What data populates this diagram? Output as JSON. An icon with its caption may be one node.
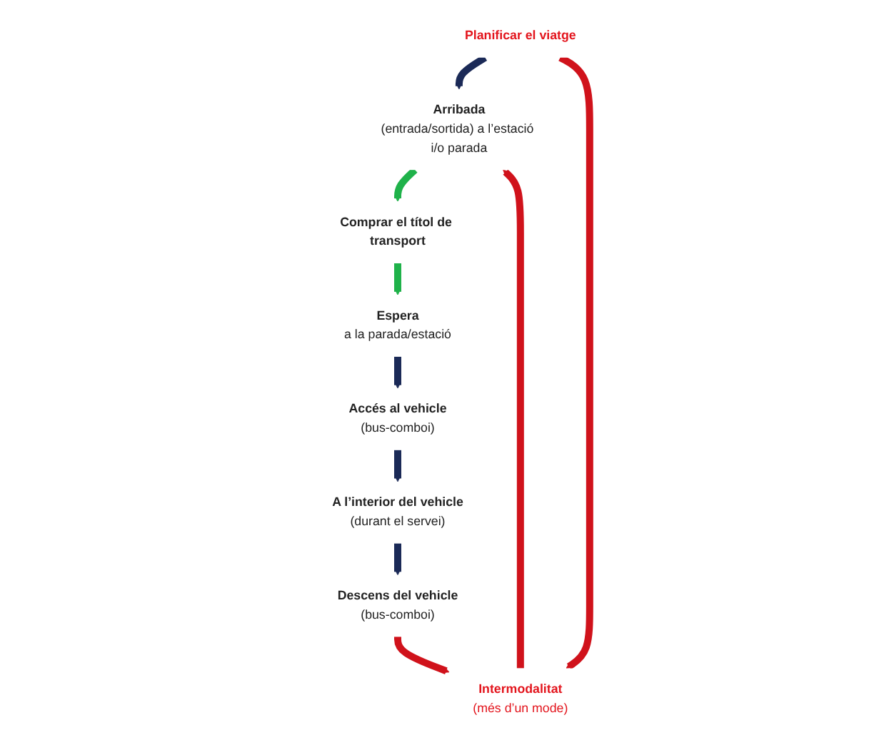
{
  "diagram": {
    "nodes": [
      {
        "text": [
          "Planificar el viatge"
        ]
      },
      {
        "text": [
          "Arribada",
          "(entrada/sortida) a l’estació i/o parada"
        ]
      },
      {
        "text": [
          "Comprar el títol de transport"
        ]
      },
      {
        "text": [
          "Espera",
          "a la parada/estació"
        ]
      },
      {
        "text": [
          "Accés al vehicle",
          "(bus-comboi)"
        ]
      },
      {
        "text": [
          "A l’interior del vehicle",
          "(durant el servei)"
        ]
      },
      {
        "text": [
          "Descens del vehicle",
          "(bus-comboi)"
        ]
      },
      {
        "text": [
          "Intermodalitat",
          "(més d’un mode)"
        ]
      }
    ],
    "edges": [
      {
        "from": 0,
        "to": 1,
        "arrow": "to"
      },
      {
        "from": 1,
        "to": 2,
        "arrow": "to",
        "color": "#1fb24a"
      },
      {
        "from": 2,
        "to": 3,
        "arrow": "to",
        "color": "#1fb24a"
      },
      {
        "from": 3,
        "to": 4,
        "arrow": "to"
      },
      {
        "from": 4,
        "to": 5,
        "arrow": "to"
      },
      {
        "from": 5,
        "to": 6,
        "arrow": "to"
      },
      {
        "from": 6,
        "to": 7,
        "arrow": "to",
        "color": "#d0121b"
      },
      {
        "from": 0,
        "to": 7,
        "arrow": "to",
        "color": "#d0121b"
      },
      {
        "from": 7,
        "to": 1,
        "arrow": "to",
        "color": "#d0121b"
      }
    ]
  }
}
